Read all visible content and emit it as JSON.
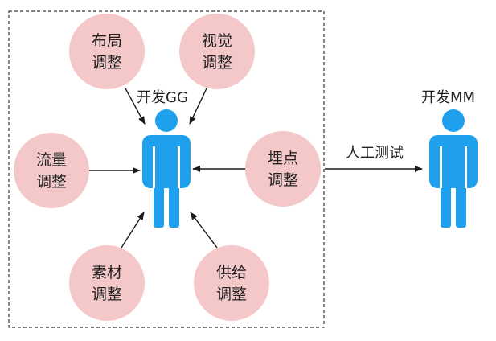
{
  "nodes": {
    "layout": {
      "line1": "布局",
      "line2": "调整"
    },
    "visual": {
      "line1": "视觉",
      "line2": "调整"
    },
    "traffic": {
      "line1": "流量",
      "line2": "调整"
    },
    "tracking": {
      "line1": "埋点",
      "line2": "调整"
    },
    "material": {
      "line1": "素材",
      "line2": "调整"
    },
    "supply": {
      "line1": "供给",
      "line2": "调整"
    }
  },
  "people": {
    "dev_gg": "开发GG",
    "dev_mm": "开发MM"
  },
  "edge_label": "人工测试",
  "colors": {
    "circle_fill": "#f4c8c9",
    "person_fill": "#1fa0ec",
    "line": "#1a1a1a"
  }
}
